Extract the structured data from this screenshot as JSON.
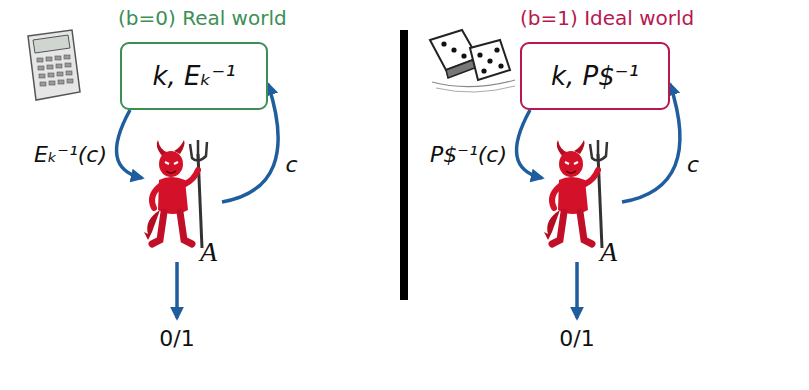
{
  "diagram": {
    "nodes": [
      {
        "text": [
          "k, Eₖ⁻¹"
        ]
      },
      {
        "text": [
          "A"
        ]
      },
      {
        "text": [
          "k, P$⁻¹"
        ]
      },
      {
        "text": [
          "A"
        ]
      }
    ],
    "edges": [
      {
        "from": 0,
        "to": 1,
        "label": "Eₖ⁻¹(c)",
        "arrow": "to"
      },
      {
        "from": 1,
        "to": 0,
        "label": "c",
        "arrow": "to"
      },
      {
        "from": 2,
        "to": 3,
        "label": "P$⁻¹(c)",
        "arrow": "to"
      },
      {
        "from": 3,
        "to": 2,
        "label": "c",
        "arrow": "to"
      }
    ],
    "labels": [
      "(b=0) Real world",
      "(b=1) Ideal world",
      "0/1",
      "0/1"
    ]
  }
}
